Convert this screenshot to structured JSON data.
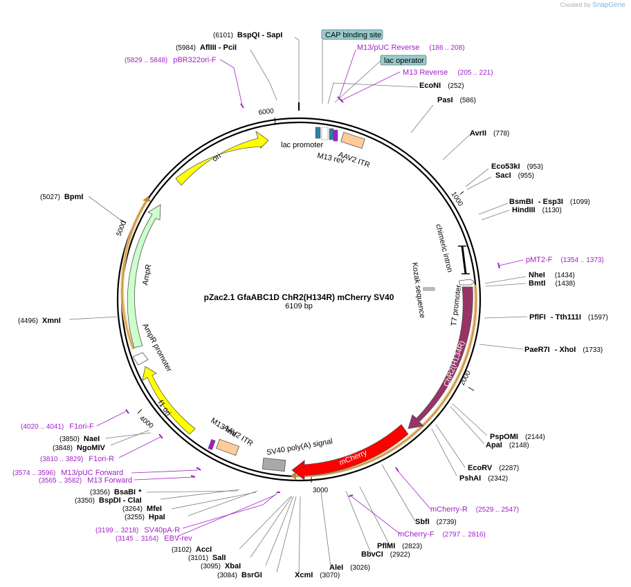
{
  "watermark": {
    "prefix": "Created by",
    "brand": "SnapGene"
  },
  "map": {
    "name": "pZac2.1 GfaABC1D ChR2(H134R) mCherry SV40",
    "length_label": "6109 bp",
    "total_bp": 6109,
    "ticks": [
      "1000",
      "2000",
      "3000",
      "4000",
      "5000",
      "6000"
    ]
  },
  "enzymes": [
    {
      "id": "bspqi",
      "name": "BspQI",
      "sep": " - ",
      "name2": "SapI",
      "pos": "(6101)"
    },
    {
      "id": "aflIII",
      "name": "AflIII",
      "sep": " - ",
      "name2": "PciI",
      "pos": "(5984)"
    },
    {
      "id": "econi",
      "name": "EcoNI",
      "pos": "(252)"
    },
    {
      "id": "pasi",
      "name": "PasI",
      "pos": "(586)"
    },
    {
      "id": "avrii",
      "name": "AvrII",
      "pos": "(778)"
    },
    {
      "id": "eco53ki",
      "name": "Eco53kI",
      "pos": "(953)"
    },
    {
      "id": "saci",
      "name": "SacI",
      "pos": "(955)"
    },
    {
      "id": "bsmbi",
      "name": "BsmBI",
      "sep": " - ",
      "name2": "Esp3I",
      "pos": "(1099)"
    },
    {
      "id": "hindiii",
      "name": "HindIII",
      "pos": "(1130)"
    },
    {
      "id": "nhei",
      "name": "NheI",
      "pos": "(1434)"
    },
    {
      "id": "bmti",
      "name": "BmtI",
      "pos": "(1438)"
    },
    {
      "id": "pflfi",
      "name": "PflFI",
      "sep": " - ",
      "name2": "Tth111I",
      "pos": "(1597)"
    },
    {
      "id": "paer7i",
      "name": "PaeR7I",
      "sep": " - ",
      "name2": "XhoI",
      "pos": "(1733)"
    },
    {
      "id": "pspomi",
      "name": "PspOMI",
      "pos": "(2144)"
    },
    {
      "id": "apai",
      "name": "ApaI",
      "pos": "(2148)"
    },
    {
      "id": "ecorv",
      "name": "EcoRV",
      "pos": "(2287)"
    },
    {
      "id": "pshai",
      "name": "PshAI",
      "pos": "(2342)"
    },
    {
      "id": "sbfi",
      "name": "SbfI",
      "pos": "(2739)"
    },
    {
      "id": "pflmi",
      "name": "PflMI",
      "pos": "(2823)"
    },
    {
      "id": "bbvci",
      "name": "BbvCI",
      "pos": "(2922)"
    },
    {
      "id": "alei",
      "name": "AleI",
      "pos": "(3026)"
    },
    {
      "id": "xcmi",
      "name": "XcmI",
      "pos": "(3070)"
    },
    {
      "id": "bsrgi",
      "name": "BsrGI",
      "pos": "(3084)"
    },
    {
      "id": "xbai",
      "name": "XbaI",
      "pos": "(3095)"
    },
    {
      "id": "sali",
      "name": "SalI",
      "pos": "(3101)"
    },
    {
      "id": "acci",
      "name": "AccI",
      "pos": "(3102)"
    },
    {
      "id": "hpai",
      "name": "HpaI",
      "pos": "(3255)"
    },
    {
      "id": "mfei",
      "name": "MfeI",
      "pos": "(3264)"
    },
    {
      "id": "bspdi",
      "name": "BspDI",
      "sep": " - ",
      "name2": "ClaI",
      "pos": "(3350)"
    },
    {
      "id": "bsabi",
      "name": "BsaBI",
      "star": "*",
      "pos": "(3356)"
    },
    {
      "id": "ngomiv",
      "name": "NgoMIV",
      "pos": "(3848)"
    },
    {
      "id": "naei",
      "name": "NaeI",
      "pos": "(3850)"
    },
    {
      "id": "xmni",
      "name": "XmnI",
      "pos": "(4496)"
    },
    {
      "id": "bpmi",
      "name": "BpmI",
      "pos": "(5027)"
    }
  ],
  "primers": [
    {
      "id": "pbr322ori",
      "name": "pBR322ori-F",
      "range": "(5829 .. 5848)"
    },
    {
      "id": "m13puc_rev",
      "name": "M13/pUC Reverse",
      "range": "(186 .. 208)"
    },
    {
      "id": "m13_rev",
      "name": "M13 Reverse",
      "range": "(205 .. 221)"
    },
    {
      "id": "pmt2f",
      "name": "pMT2-F",
      "range": "(1354 .. 1373)"
    },
    {
      "id": "mcherry_r",
      "name": "mCherry-R",
      "range": "(2529 .. 2547)"
    },
    {
      "id": "mcherry_f",
      "name": "mCherry-F",
      "range": "(2797 .. 2816)"
    },
    {
      "id": "sv40pa_r",
      "name": "SV40pA-R",
      "range": "(3199 .. 3218)"
    },
    {
      "id": "ebv_rev",
      "name": "EBV-rev",
      "range": "(3145 .. 3164)"
    },
    {
      "id": "m13puc_fwd",
      "name": "M13/pUC Forward",
      "range": "(3574 .. 3596)"
    },
    {
      "id": "m13_fwd",
      "name": "M13 Forward",
      "range": "(3565 .. 3582)"
    },
    {
      "id": "f1ori_r",
      "name": "F1ori-R",
      "range": "(3810 .. 3829)"
    },
    {
      "id": "f1ori_f",
      "name": "F1ori-F",
      "range": "(4020 .. 4041)"
    }
  ],
  "boxed_features": [
    {
      "id": "cap",
      "name": "CAP binding site"
    },
    {
      "id": "lacop",
      "name": "lac operator"
    }
  ],
  "features": {
    "ori": "ori",
    "ampr": "AmpR",
    "ampr_promoter": "AmpR promoter",
    "f1ori": "f1 ori",
    "lac_promoter": "lac promoter",
    "m13rev": "M13 rev",
    "aav2itr_top": "AAV2 ITR",
    "aav2itr_bottom": "AAV2 ITR",
    "m13fwd": "M13 fwd",
    "chimeric_intron": "chimeric intron",
    "kozak": "Kozak sequence",
    "t7": "T7 promoter",
    "chr2": "ChR2(H134R)",
    "mcherry": "mCherry",
    "sv40pa": "SV40 poly(A) signal"
  },
  "colors": {
    "backbone": "#000000",
    "ori": "#ffff00",
    "ampr": "#ccffcc",
    "f1ori": "#ffff00",
    "itr": "#ffcc99",
    "chr2": "#993366",
    "mcherry": "#ff0000",
    "sv40": "#a9a9a9",
    "orf_highlight": "#f0c283",
    "primer": "#a020c8",
    "box": "#99cccc"
  }
}
